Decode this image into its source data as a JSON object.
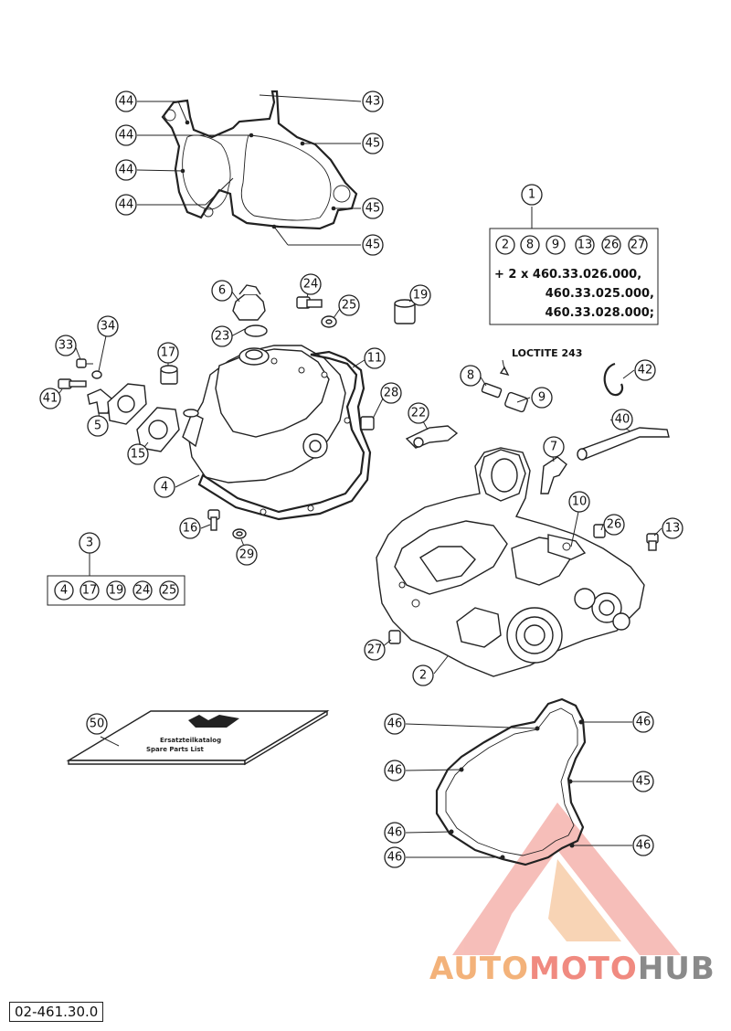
{
  "diagram_code": "02-461.30.0",
  "watermark": {
    "part1": "AUTO",
    "part2": "MOTO",
    "part3": "HUB"
  },
  "loctite_label": "LOCTITE 243",
  "kit_1": {
    "number": "1",
    "contents": [
      "2",
      "8",
      "9",
      "13",
      "26",
      "27"
    ],
    "lines": [
      "+ 2 x 460.33.026.000,",
      "460.33.025.000,",
      "460.33.028.000;"
    ]
  },
  "kit_3": {
    "number": "3",
    "contents": [
      "4",
      "17",
      "19",
      "24",
      "25"
    ]
  },
  "booklet": {
    "line1": "Ersatzteilkatalog",
    "line2": "Spare Parts List"
  },
  "callouts": {
    "c44a": "44",
    "c44b": "44",
    "c44c": "44",
    "c44d": "44",
    "c43": "43",
    "c45a": "45",
    "c45b": "45",
    "c45c": "45",
    "c6": "6",
    "c24": "24",
    "c25": "25",
    "c19": "19",
    "c23": "23",
    "c34": "34",
    "c33": "33",
    "c17": "17",
    "c11": "11",
    "c41": "41",
    "c5": "5",
    "c15": "15",
    "c28": "28",
    "c22": "22",
    "c4": "4",
    "c16": "16",
    "c29": "29",
    "c8": "8",
    "c9": "9",
    "c42": "42",
    "c40": "40",
    "c7": "7",
    "c10": "10",
    "c26": "26",
    "c13": "13",
    "c27": "27",
    "c2": "2",
    "c50": "50",
    "c46a": "46",
    "c46b": "46",
    "c45d": "45",
    "c46c": "46",
    "c46d": "46",
    "c46e": "46",
    "c46f": "46"
  },
  "colors": {
    "line": "#222222",
    "watermark_orange": "#f3b27a",
    "watermark_red": "#f08a80",
    "watermark_grey": "#8a8a8a"
  }
}
